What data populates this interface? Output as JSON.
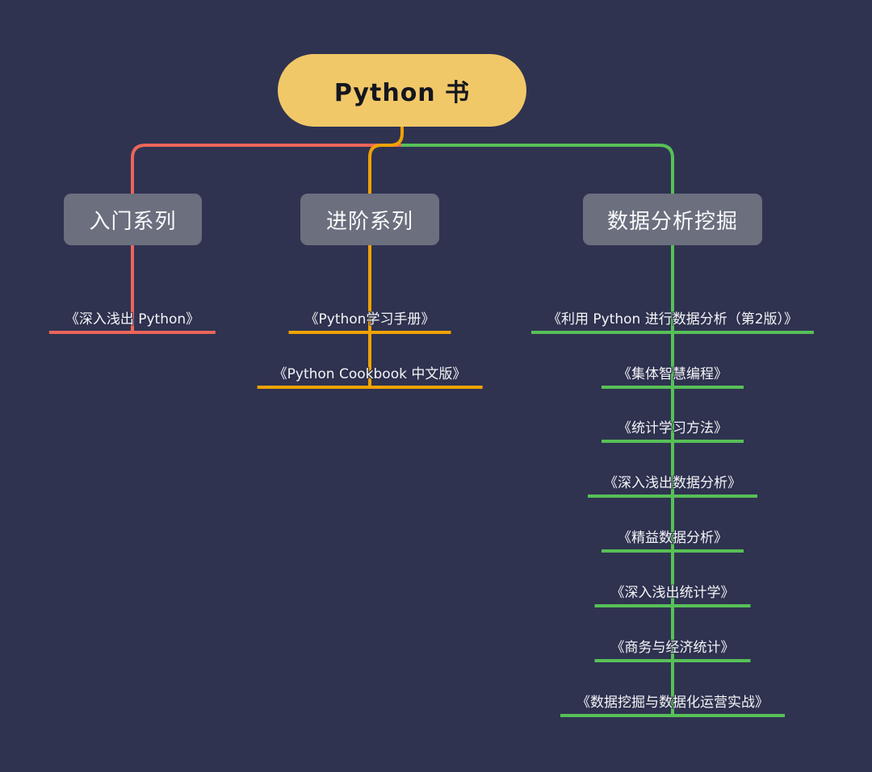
{
  "diagram": {
    "type": "mindmap",
    "root": {
      "title": "Python 书"
    },
    "branches": [
      {
        "label": "入门系列",
        "color": "#ED655B",
        "children": [
          {
            "title": "《深入浅出 Python》"
          }
        ]
      },
      {
        "label": "进阶系列",
        "color": "#F0A202",
        "children": [
          {
            "title": "《Python学习手册》"
          },
          {
            "title": "《Python Cookbook 中文版》"
          }
        ]
      },
      {
        "label": "数据分析挖掘",
        "color": "#57C057",
        "children": [
          {
            "title": "《利用 Python 进行数据分析（第2版）》"
          },
          {
            "title": "《集体智慧编程》"
          },
          {
            "title": "《统计学习方法》"
          },
          {
            "title": "《深入浅出数据分析》"
          },
          {
            "title": "《精益数据分析》"
          },
          {
            "title": "《深入浅出统计学》"
          },
          {
            "title": "《商务与经济统计》"
          },
          {
            "title": "《数据挖掘与数据化运营实战》"
          }
        ]
      }
    ],
    "colors": {
      "background": "#2F3350",
      "root_fill": "#F1C868",
      "root_text": "#15161F",
      "branch_box_fill": "#6B6F7E",
      "branch_box_text": "#FAFAFC",
      "leaf_text": "#F4F4F6"
    }
  }
}
